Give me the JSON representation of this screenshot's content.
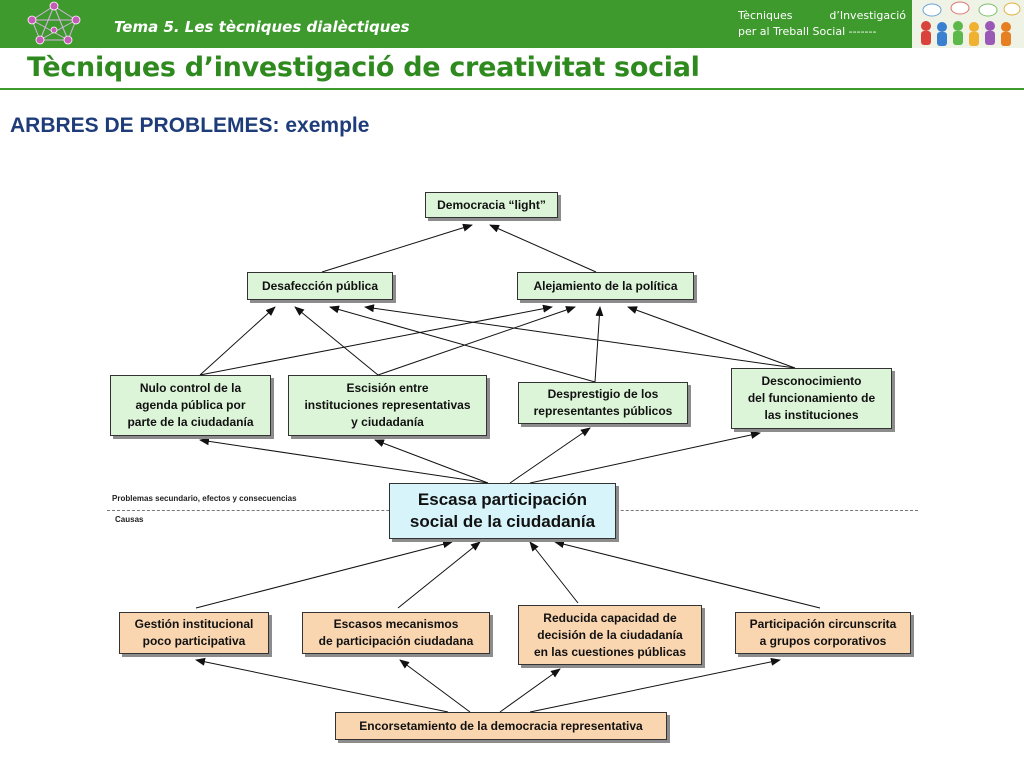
{
  "header": {
    "course_title": "Tema 5. Les tècniques dialèctiques",
    "right_line1_a": "Tècniques",
    "right_line1_b": "d’Investigació",
    "right_line2": "per al Treball Social -------"
  },
  "slide": {
    "title": "Tècniques d’investigació de creativitat social",
    "subtitle": "ARBRES DE PROBLEMES: exemple"
  },
  "tree": {
    "top": "Democracia “light”",
    "effects_level1": [
      "Desafección pública",
      "Alejamiento de la política"
    ],
    "effects_level2": [
      "Nulo control de la\nagenda pública por\nparte de la ciudadanía",
      "Escisión entre\ninstituciones representativas\ny ciudadanía",
      "Desprestigio de los\nrepresentantes públicos",
      "Desconocimiento\ndel funcionamiento de\nlas instituciones"
    ],
    "central_problem": "Escasa participación\nsocial de la ciudadanía",
    "effects_label": "Problemas secundario, efectos y consecuencias",
    "causes_label": "Causas",
    "causes": [
      "Gestión institucional\npoco participativa",
      "Escasos mecanismos\nde participación ciudadana",
      "Reducida capacidad de\ndecisión de la ciudadanía\nen las cuestiones públicas",
      "Participación circunscrita\na grupos corporativos"
    ],
    "root_cause": "Encorsetamiento de la democracia representativa"
  },
  "colors": {
    "header_green": "#3f9a2e",
    "title_green": "#2e8a1e",
    "subtitle_blue": "#1f3c7a",
    "effect_box": "#dcf5d8",
    "central_box": "#d6f4fa",
    "cause_box": "#f9d5b0"
  }
}
